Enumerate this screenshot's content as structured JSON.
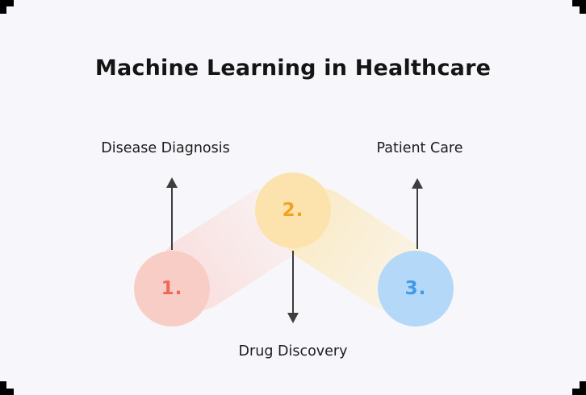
{
  "canvas": {
    "background": "#f7f7fb",
    "corner_mark_color": "#000000"
  },
  "title": {
    "text": "Machine Learning in Healthcare",
    "color": "#141414"
  },
  "diagram": {
    "arrow_color": "#3d3d3d",
    "nodes": [
      {
        "number": "1.",
        "label": "Disease Diagnosis",
        "fill": "#f8cdc6",
        "number_color": "#ef685c",
        "arrow_direction": "up"
      },
      {
        "number": "2.",
        "label": "Drug Discovery",
        "fill": "#fce3ad",
        "number_color": "#f1a31e",
        "arrow_direction": "down"
      },
      {
        "number": "3.",
        "label": "Patient Care",
        "fill": "#b4d8f7",
        "number_color": "#3f9ae9",
        "arrow_direction": "up"
      }
    ],
    "connectors": [
      {
        "from": "1",
        "to": "2",
        "color_start": "#f9d6d2cc",
        "color_end": "#fdeeee66"
      },
      {
        "from": "2",
        "to": "3",
        "color_start": "#fbe6b5cc",
        "color_end": "#fdf3d980"
      }
    ]
  }
}
